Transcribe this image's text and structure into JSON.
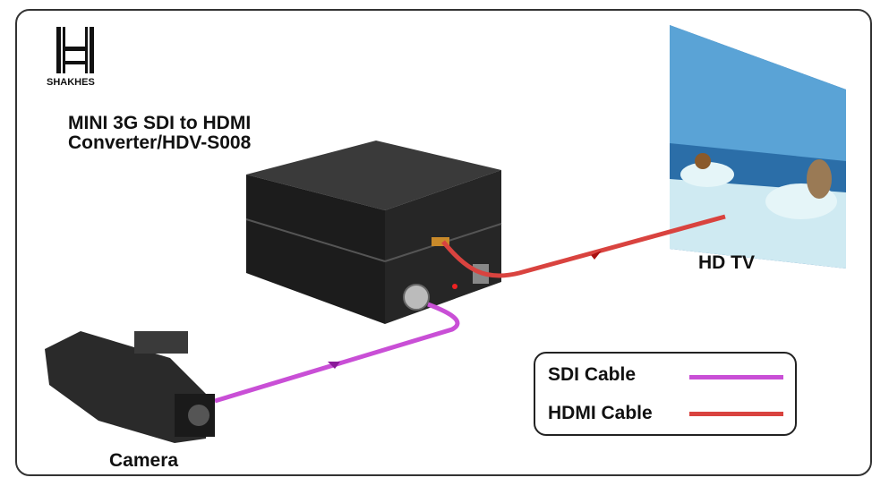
{
  "logo": {
    "text": "SHAKHES"
  },
  "title": {
    "line1": "MINI 3G SDI to HDMI",
    "line2": "Converter/HDV-S008"
  },
  "labels": {
    "hdtv": "HD TV",
    "camera": "Camera"
  },
  "legend": {
    "items": [
      {
        "label": "SDI Cable",
        "color": "#c94fd6"
      },
      {
        "label": "HDMI Cable",
        "color": "#d9433f"
      }
    ]
  }
}
